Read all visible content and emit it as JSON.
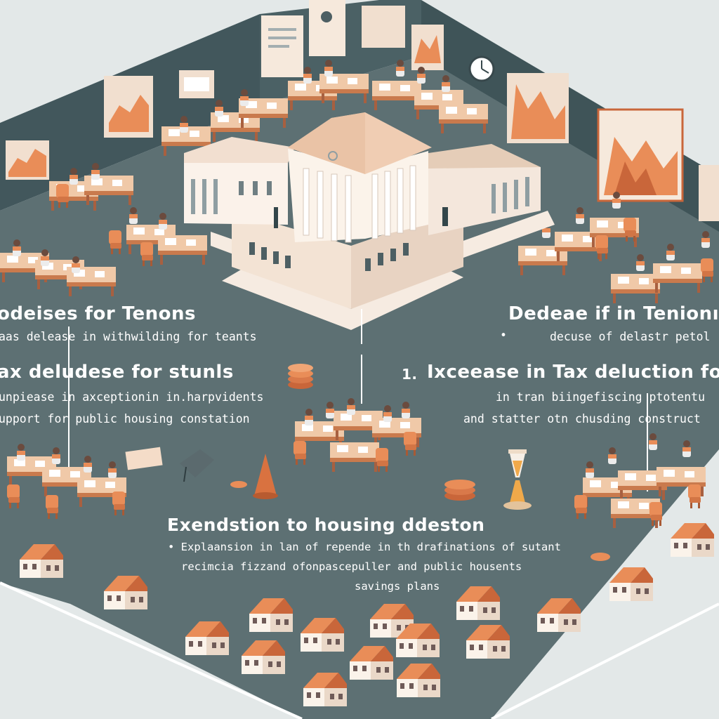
{
  "scene": {
    "colors": {
      "floor": "#5d7073",
      "wall": "#42575c",
      "background": "#e3e8e8",
      "accent": "#e98d58",
      "building": "#f4e1d2",
      "text": "#ffffff"
    }
  },
  "texts": {
    "left_heading_1": "odeises for Tenons",
    "left_body_1": "aas delease in withwilding for teants",
    "right_heading_1": "Dedeae if in Tenionı",
    "right_bullet": "•",
    "right_body_1": "decuse of delastr petol",
    "left_heading_2": "ax deludese for stunls",
    "left_body_2a": "unpiease in axceptionin in.harpvidents",
    "left_body_2b": "upport for public housing constation",
    "right_heading_2_number": "1.",
    "right_heading_2": "Ixceease in Tax deluction for",
    "right_body_2a": "in tran biingefiscing ptotentu",
    "right_body_2b": "and statter otn chusding  construct",
    "center_heading": "Exendstion to housing ddeston",
    "center_body_1": "• Explaansion in lan of repende in th drafinations of sutant",
    "center_body_2": "recimcia fizzand ofonpascepuller and public housents",
    "center_body_3": "savings plans"
  }
}
